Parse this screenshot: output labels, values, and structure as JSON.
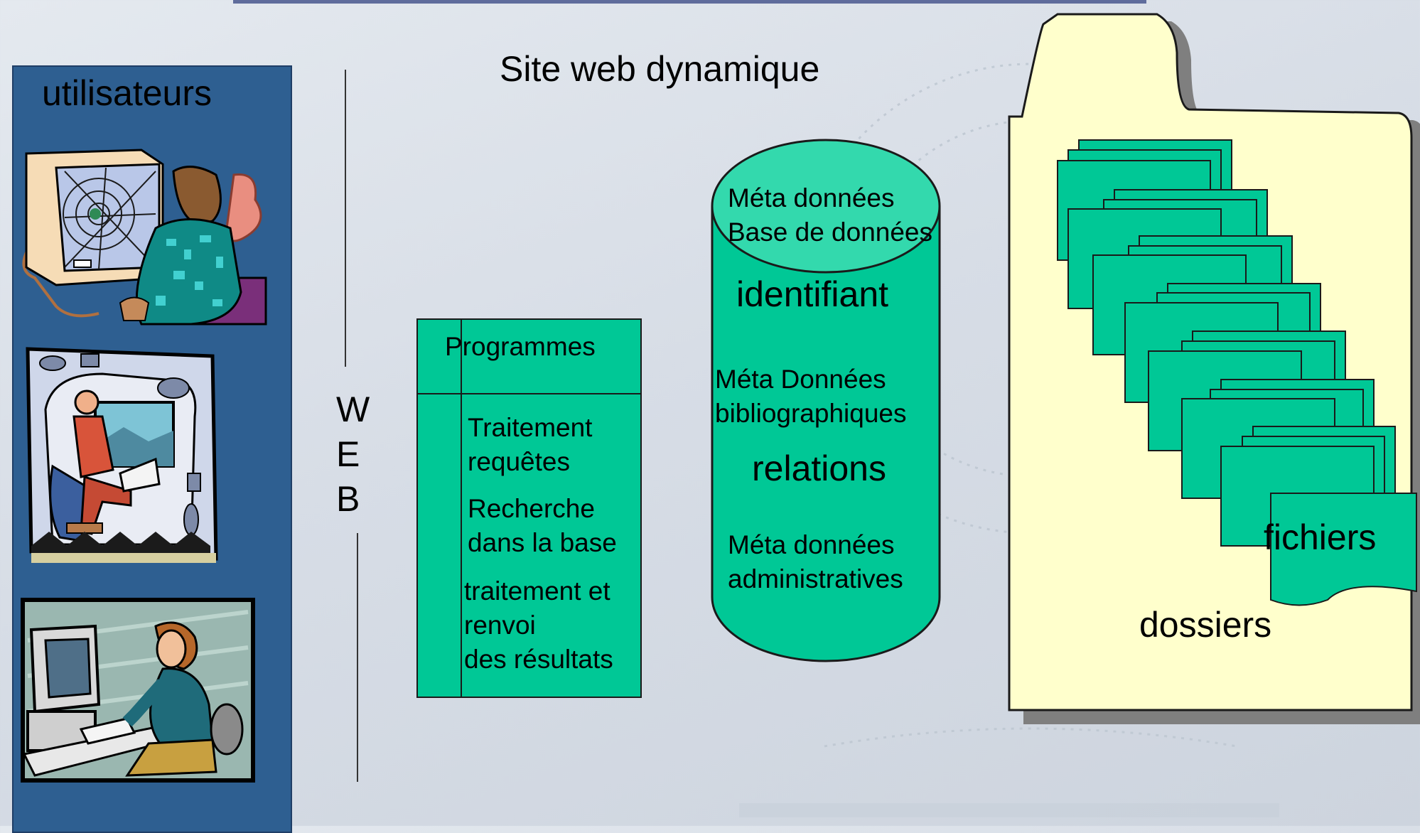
{
  "title": "Site web dynamique",
  "users": {
    "title": "utilisateurs",
    "clipart": [
      "person-at-computer-web-clipart",
      "person-on-train-laptop-clipart",
      "person-typing-computer-clipart"
    ]
  },
  "web": {
    "letters": [
      "W",
      "E",
      "B"
    ]
  },
  "programs": {
    "header": "Programmes",
    "items": [
      "Traitement\nrequêtes",
      "Recherche\ndans la base",
      "traitement et\nrenvoi\ndes résultats"
    ]
  },
  "database": {
    "top": "Méta données\nBase de données",
    "identifier": "identifiant",
    "biblio": "Méta Données\nbibliographiques",
    "relations": "relations",
    "admin": "Méta données\nadministratives"
  },
  "storage": {
    "files": "fichiers",
    "folders": "dossiers"
  },
  "colors": {
    "green": "#00c896",
    "panel_blue": "#2e5f91",
    "folder_yellow": "#ffffcc",
    "rule": "#5f6c9c"
  }
}
